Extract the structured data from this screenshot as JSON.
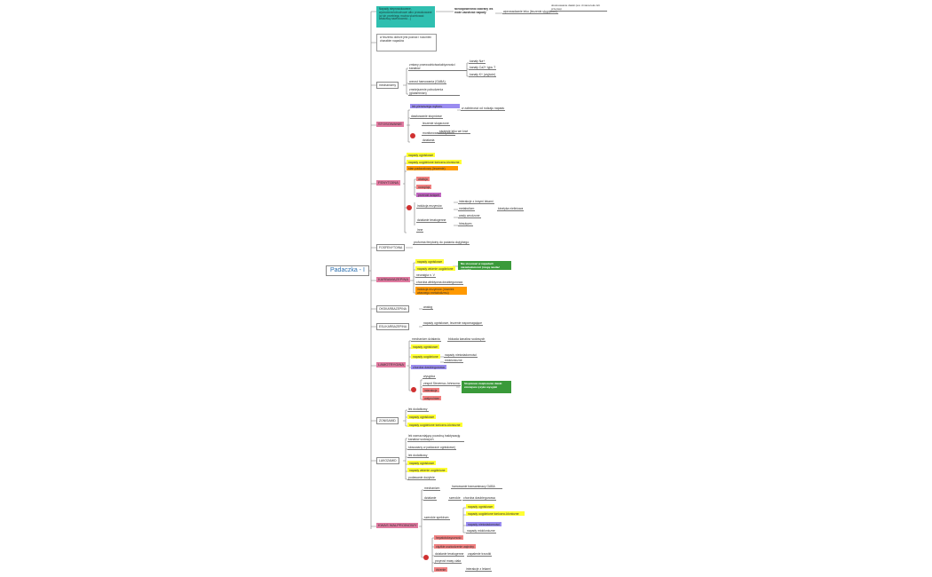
{
  "colors": {
    "pink": "#e07aa0",
    "yellow": "#ffff33",
    "orange": "#ff9900",
    "salmon": "#f08080",
    "purple": "#9a8cf0",
    "magenta": "#c066c0",
    "teal": "#2fbfb0",
    "green": "#3a9a3a",
    "line": "#777777",
    "root_text": "#2a6fb0",
    "alert_dot": "#d03030"
  },
  "root": "Padaczka - I",
  "top_cards": {
    "note1": "Napady nieprowokowane, wyzwolone/odruchowe albo prowokowane (w ich przebiegu można skorelować właściwą nawrotowość...)",
    "note1_branch": "Nieodpowiednio dobrany lek może zaostrzać napady",
    "note1_tail": "wprowadzanie leku (leczenie stopniowo)",
    "note1_far": "dostosowanie dawki (ew. zmiana leku lub przerwa)",
    "note2": "w leczeniu dobrze jest poznać i rozumieć charakter napadów"
  },
  "sections": {
    "s1": {
      "label": "mechanizmy",
      "a": "zmiany przewodnictwa/aktywności kanałów",
      "a1": "kanały Na+",
      "a2": "kanały Ca2+ typu T",
      "a3": "kanały K+ (wyjście)",
      "b": "wzrost hamowania (GABA)",
      "c": "zmniejszenie pobudzenia (glutaminian)"
    },
    "s2": {
      "label": "STOSOWANIE",
      "a": "lek pierwszego wyboru",
      "a1": "w zależności od rodzaju napadu",
      "b": "dawkowanie stopniowe",
      "c": "leczenie skojarzone",
      "d1": "monitorowanie stężenia",
      "d2": "stężenie leku we krwi",
      "e": "działania"
    },
    "s3": {
      "label": "FENYTOINA",
      "a": "napady ogniskowe",
      "b": "napady uogólnione toniczno-kloniczne",
      "c": "stan padaczkowy (leczenie)",
      "d1": "ataksja",
      "d2": "oczopląs",
      "d3": "przerost dziąseł",
      "e": "indukcja enzymów",
      "e1": "interakcje z innymi lekami",
      "e2": "metabolizm",
      "e3": "kinetyka nieliniowa",
      "f": "działanie teratogenne",
      "f1": "wady wrodzone",
      "f2": "hirsutyzm",
      "g": "inne"
    },
    "s4": {
      "label": "FOSFENYTOINA",
      "a": "proforma fenytoiny do podania dożylnego"
    },
    "s5": {
      "label": "KARBAMAZEPINA",
      "a": "napady ogniskowe",
      "b": "napady wtórnie uogólnione",
      "green": "Nie stosować w napadach nieświadomości (mogą nasilać napady)",
      "c": "neuralgia n. V",
      "d": "choroba afektywna dwubiegunowa",
      "e": "indukcja enzymów (również własnego metabolizmu)"
    },
    "s6": {
      "label": "OKSKARBAZEPINA",
      "a": "analog"
    },
    "s7": {
      "label": "ESLIKARBAZEPINA",
      "a": "napady ogniskowe, leczenie wspomagające"
    },
    "s8": {
      "label": "LAMOTRYGINA",
      "a": "mechanizm działania",
      "a1": "blokada kanałów sodowych",
      "b": "napady ogniskowe",
      "c": "napady uogólnione",
      "c1": "napady nieświadomości",
      "c2": "miokloniczne",
      "d": "choroba dwubiegunowa",
      "e": "wysypka",
      "e1": "zespół Stevensa-Johnsona",
      "e2": "interakcje",
      "e3": "walproinian",
      "green": "Stopniowe zwiększanie dawki zmniejsza ryzyko wysypki"
    },
    "s9": {
      "label": "ZONISAMID",
      "a": "lek dodatkowy",
      "b": "napady ogniskowe",
      "c": "napady uogólnione toniczno-kloniczne"
    },
    "s10": {
      "label": "LAKOZAMID",
      "a": "lek wzmacniający powolną inaktywację kanałów sodowych",
      "b": "stosowany w padaczce ogniskowej",
      "c": "lek dodatkowy",
      "d": "napady ogniskowe",
      "e": "napady wtórnie uogólnione",
      "f": "podawanie dożylnie"
    },
    "s11": {
      "label": "KWAS WALPROINOWY",
      "a": "mechanizm",
      "a1": "hamowanie transaminazy GABA",
      "b": "działanie",
      "b1": "szerokie",
      "b2": "choroba dwubiegunowa",
      "c": "szerokie spektrum",
      "c1": "napady ogniskowe",
      "c2": "napady uogólnione toniczno-kloniczne",
      "c3": "napady nieświadomości",
      "c4": "napady miokloniczne",
      "d": "hepatotoksyczność",
      "d1": "ciężkie uszkodzenie wątroby",
      "d2": "zapalenie trzustki",
      "e": "działanie teratogenne",
      "f": "przyrost masy ciała",
      "g": "drżenie",
      "h": "interakcje z lekami"
    }
  }
}
